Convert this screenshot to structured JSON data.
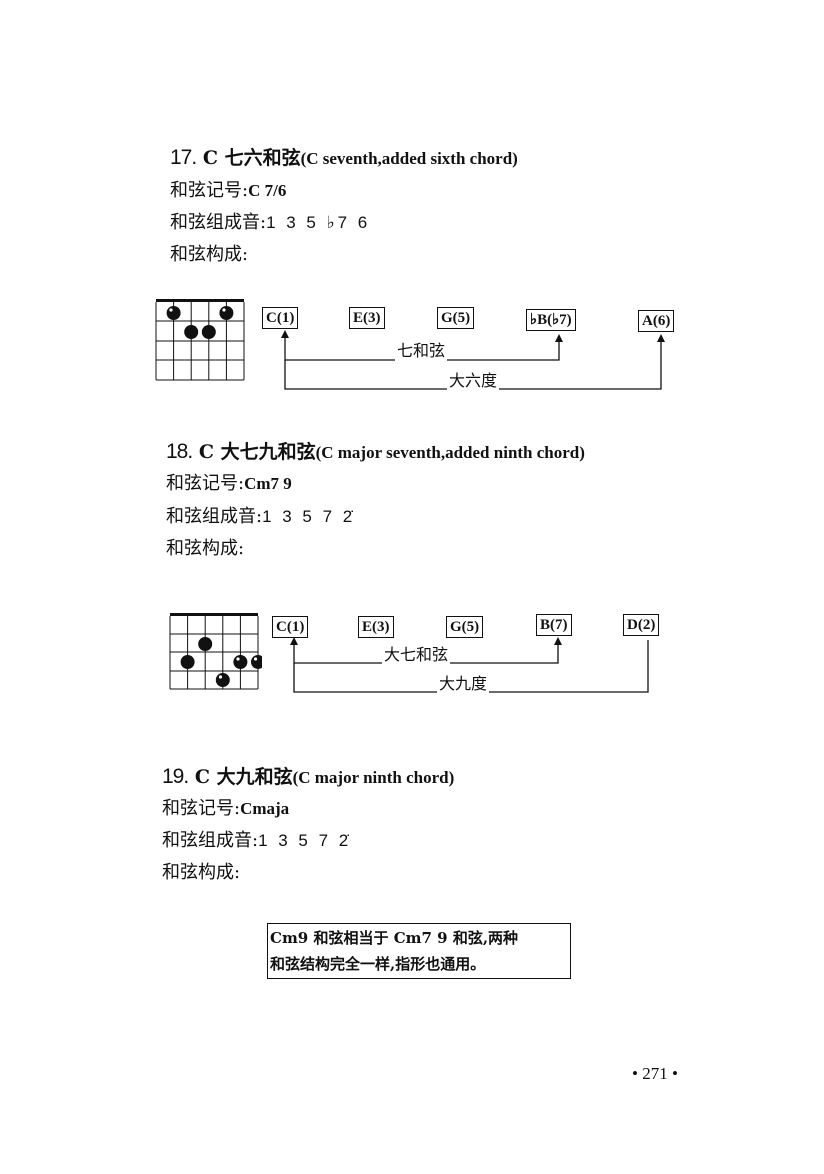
{
  "sections": [
    {
      "number": "17.",
      "title_cn": "C 七六和弦",
      "title_en": "(C seventh,added sixth chord)",
      "symbol_label": "和弦记号:",
      "symbol_value": "C 7/6",
      "notes_label": "和弦组成音:",
      "notes_value": "1 3 5 ♭7 6",
      "structure_label": "和弦构成:",
      "boxes": [
        "C(1)",
        "E(3)",
        "G(5)",
        "♭B(♭7)",
        "A(6)"
      ],
      "interval_1": "七和弦",
      "interval_2": "大六度"
    },
    {
      "number": "18.",
      "title_cn": "C 大七九和弦",
      "title_en": "(C major seventh,added ninth chord)",
      "symbol_label": "和弦记号:",
      "symbol_value": "Cm7 9",
      "notes_label": "和弦组成音:",
      "notes_value": "1 3 5 7 2̇",
      "structure_label": "和弦构成:",
      "boxes": [
        "C(1)",
        "E(3)",
        "G(5)",
        "B(7)",
        "D(2)"
      ],
      "interval_1": "大七和弦",
      "interval_2": "大九度"
    },
    {
      "number": "19.",
      "title_cn": "C 大九和弦",
      "title_en": "(C major ninth chord)",
      "symbol_label": "和弦记号:",
      "symbol_value": "Cmaja",
      "notes_label": "和弦组成音:",
      "notes_value": "1 3 5 7 2̇",
      "structure_label": "和弦构成:"
    }
  ],
  "note": {
    "line1": "Cm9 和弦相当于 Cm7 9 和弦,两种",
    "line2": "和弦结构完全一样,指形也通用。"
  },
  "page_number": "• 271 •"
}
